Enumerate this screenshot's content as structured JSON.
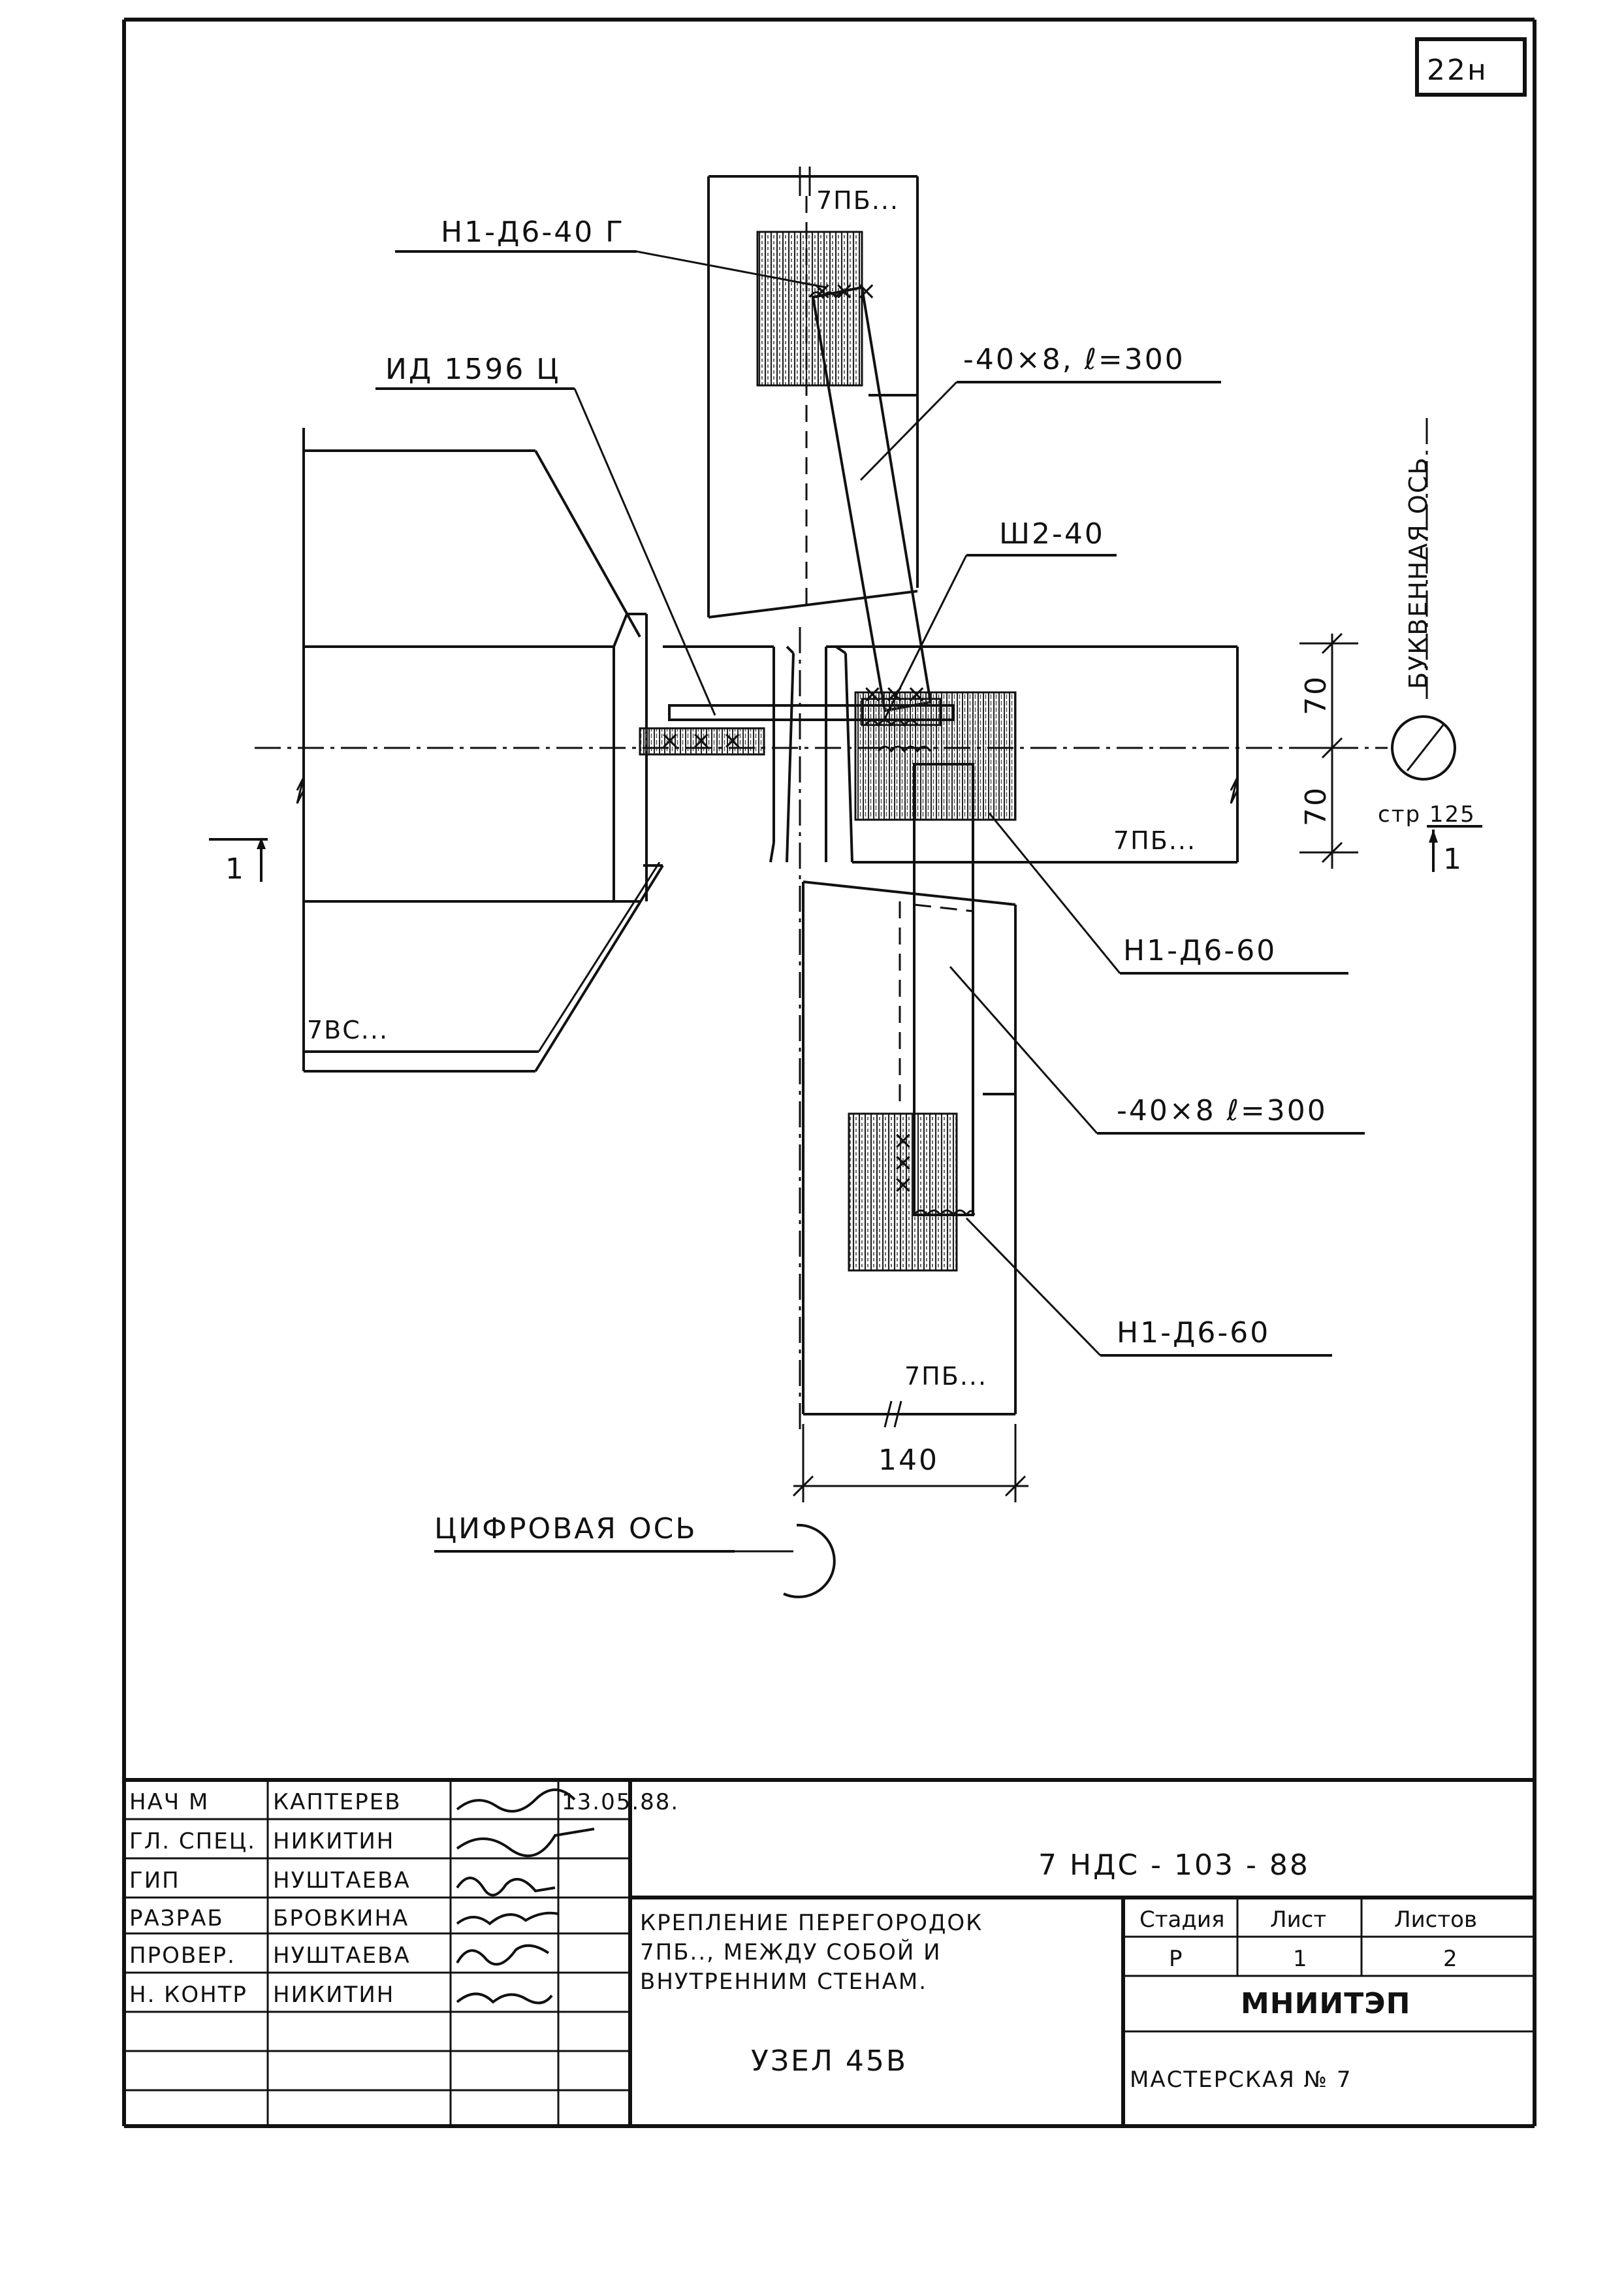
{
  "sheet_number": "22н",
  "labels": {
    "top_panel": "7ПБ...",
    "right_panel": "7ПБ...",
    "bottom_panel": "7ПБ...",
    "left_wall": "7ВС...",
    "anchor_top": "Н1-Д6-40 Г",
    "strip_top": "-40×8, ℓ=300",
    "part_item": "ИД 1596 Ц",
    "hinge": "Ш2-40",
    "anchor_mid": "Н1-Д6-60",
    "strip_bottom": "-40×8  ℓ=300",
    "anchor_bottom": "Н1-Д6-60",
    "dim_top": "70",
    "dim_bottom": "70",
    "dim_width": "140",
    "letter_axis": "БУКВЕННАЯ ОСЬ",
    "digit_axis": "ЦИФРОВАЯ ОСЬ",
    "section_left": "1",
    "section_right": "1",
    "section_ref": "стр 125"
  },
  "title_block": {
    "roles": [
      "НАЧ М",
      "ГЛ. СПЕЦ.",
      "ГИП",
      "РАЗРАБ",
      "ПРОВЕР.",
      "Н. КОНТР"
    ],
    "names": [
      "КАПТЕРЕВ",
      "НИКИТИН",
      "НУШТАЕВА",
      "БРОВКИНА",
      "НУШТАЕВА",
      "НИКИТИН"
    ],
    "date": "13.05.88.",
    "document_code": "7 НДС - 103 - 88",
    "description_lines": [
      "КРЕПЛЕНИЕ ПЕРЕГОРОДОК",
      "7ПБ.., МЕЖДУ СОБОЙ И",
      "ВНУТРЕННИМ СТЕНАМ."
    ],
    "node": "УЗЕЛ 45В",
    "stage_header": "Стадия",
    "sheet_header": "Лист",
    "sheets_header": "Листов",
    "stage_value": "Р",
    "sheet_value": "1",
    "sheets_value": "2",
    "organization": "МНИИТЭП",
    "workshop": "МАСТЕРСКАЯ № 7"
  }
}
